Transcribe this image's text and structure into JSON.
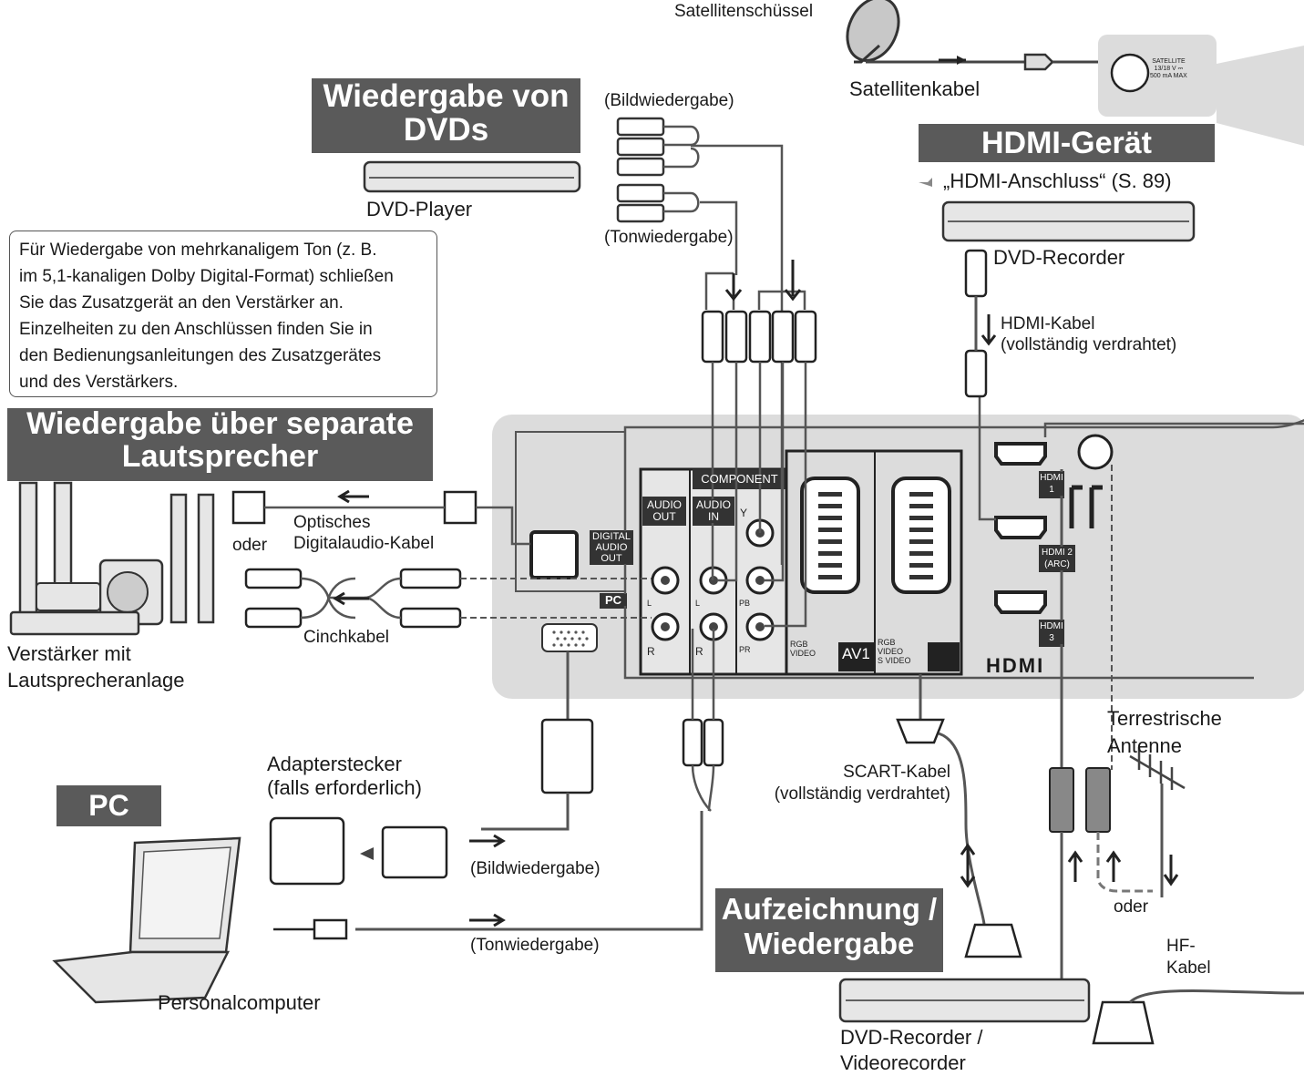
{
  "headings": {
    "dvd": [
      "Wiedergabe von",
      "DVDs"
    ],
    "speakers": [
      "Wiedergabe über separate",
      "Lautsprecher"
    ],
    "hdmi": "HDMI-Gerät",
    "pc": "PC",
    "record": [
      "Aufzeichnung /",
      "Wiedergabe"
    ]
  },
  "labels": {
    "satellite_dish": "Satellitenschüssel",
    "satellite_cable": "Satellitenkabel",
    "satellite_socket": [
      "SATELLITE",
      "13/18 V ⎓",
      "500 mA MAX"
    ],
    "picture_playback": "(Bildwiedergabe)",
    "sound_playback": "(Tonwiedergabe)",
    "dvd_player": "DVD-Player",
    "hdmi_ref": "„HDMI-Anschluss“ (S. 89)",
    "dvd_recorder": "DVD-Recorder",
    "hdmi_cable": [
      "HDMI-Kabel",
      "(vollständig verdrahtet)"
    ],
    "or": "oder",
    "optical_cable": [
      "Optisches",
      "Digitalaudio-Kabel"
    ],
    "rca_cable": "Cinchkabel",
    "amplifier": [
      "Verstärker mit",
      "Lautsprecheranlage"
    ],
    "adapter": [
      "Adapterstecker",
      "(falls erforderlich)"
    ],
    "pc_picture": "(Bildwiedergabe)",
    "pc_sound": "(Tonwiedergabe)",
    "personal_computer": "Personalcomputer",
    "scart_cable": [
      "SCART-Kabel",
      "(vollständig verdrahtet)"
    ],
    "terrestrial_antenna": [
      "Terrestrische",
      "Antenne"
    ],
    "or_lower": "oder",
    "rf_cable": [
      "HF-",
      "Kabel"
    ],
    "dvd_video_recorder": [
      "DVD-Recorder /",
      "Videorecorder"
    ]
  },
  "info_box": [
    "Für Wiedergabe von mehrkanaligem Ton (z. B.",
    "im 5,1-kanaligen Dolby Digital-Format) schließen",
    "Sie das Zusatzgerät an den Verstärker an.",
    "Einzelheiten zu den Anschlüssen finden Sie in",
    "den Bedienungsanleitungen des Zusatzgerätes",
    "und des Verstärkers."
  ],
  "panel": {
    "digital_audio_out": [
      "DIGITAL",
      "AUDIO",
      "OUT"
    ],
    "pc": "PC",
    "component": "COMPONENT",
    "audio_out": [
      "AUDIO",
      "OUT"
    ],
    "audio_in": [
      "AUDIO",
      "IN"
    ],
    "l": "L",
    "r": "R",
    "y": "Y",
    "pb": "PB",
    "pr": "PR",
    "rgb_video": [
      "RGB",
      "VIDEO"
    ],
    "av1": "AV1",
    "rgb_video_svideo": [
      "RGB",
      "VIDEO",
      "S VIDEO"
    ],
    "hdmi1": [
      "HDMI",
      "1"
    ],
    "hdmi2": [
      "HDMI 2",
      "(ARC)"
    ],
    "hdmi3": [
      "HDMI",
      "3"
    ],
    "hdmi_logo": "HDMI"
  },
  "colors": {
    "banner": "#5a5a5a",
    "panel": "#dcdcdc",
    "line": "#555555"
  }
}
